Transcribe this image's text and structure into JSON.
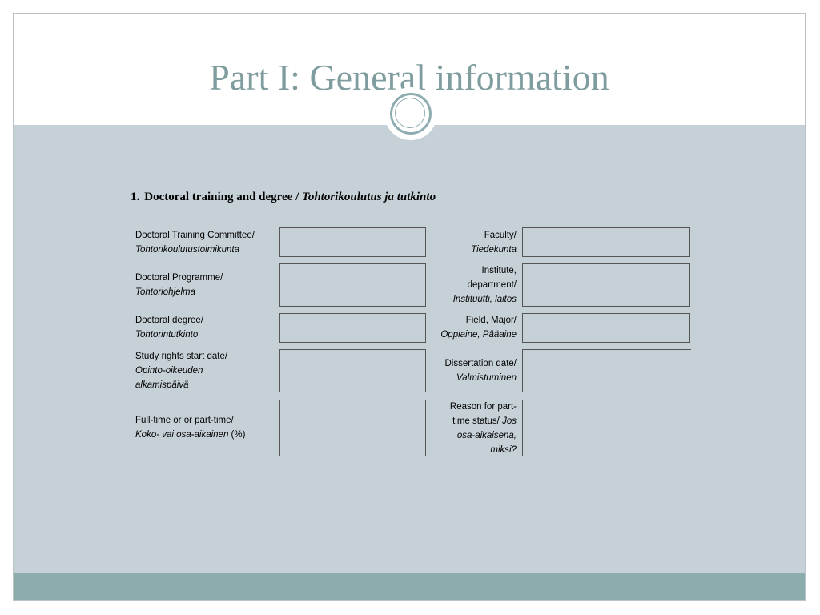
{
  "slide": {
    "title": "Part I: General information"
  },
  "section": {
    "number": "1.",
    "title_en": "Doctoral training and degree",
    "separator": " / ",
    "title_fi": "Tohtorikoulutus ja tutkinto"
  },
  "form": {
    "committee": {
      "en": "Doctoral Training Committee/",
      "fi": "Tohtorikoulutustoimikunta"
    },
    "faculty": {
      "en": "Faculty/",
      "fi": "Tiedekunta"
    },
    "programme": {
      "en": "Doctoral Programme/",
      "fi": "Tohtoriohjelma"
    },
    "institute": {
      "en1": "Institute,",
      "en2": "department/",
      "fi": "Instituutti, laitos"
    },
    "degree": {
      "en": "Doctoral degree/",
      "fi": "Tohtorintutkinto"
    },
    "field": {
      "en": "Field, Major/",
      "fi": "Oppiaine, Pääaine"
    },
    "study_rights": {
      "en": "Study rights start date/",
      "fi1": "Opinto-oikeuden",
      "fi2": "alkamispäivä"
    },
    "dissertation": {
      "en": "Dissertation date/",
      "fi": "Valmistuminen"
    },
    "fulltime": {
      "en": "Full-time or  or part-time/",
      "fi": "Koko- vai osa-aikainen",
      "suffix": " (%)"
    },
    "reason": {
      "en1": "Reason for part-",
      "en2": "time status/",
      "fi_inline": "Jos",
      "fi2": "osa-aikaisena,",
      "fi3": "miksi?"
    }
  }
}
